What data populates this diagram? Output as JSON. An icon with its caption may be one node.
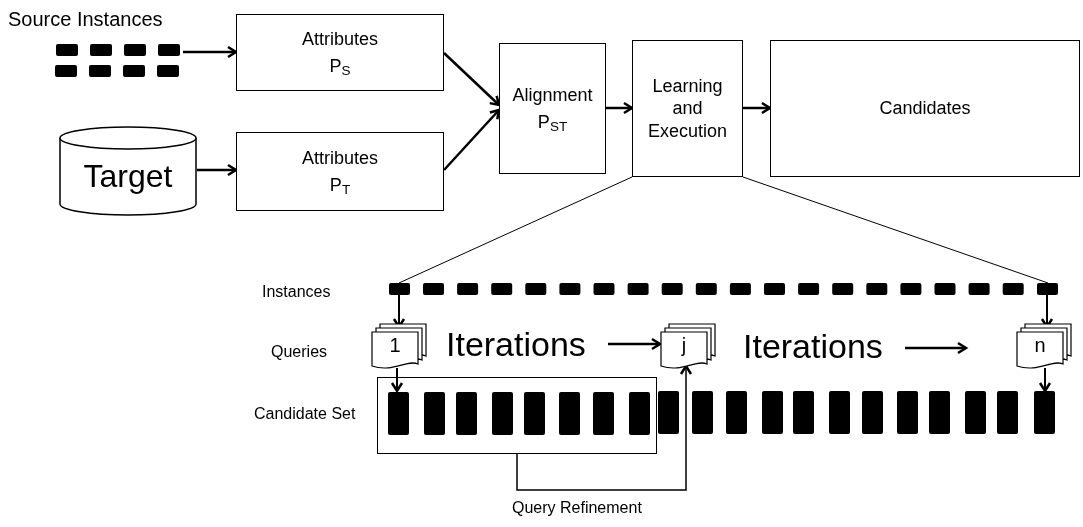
{
  "diagram": {
    "nodes": [
      {
        "text": [],
        "shape": "bar",
        "beside": [
          "Source Instances"
        ]
      },
      {
        "text": [
          "Attributes",
          "P$_{S}$"
        ]
      },
      {
        "text": [
          "Target"
        ]
      },
      {
        "text": [
          "Attributes",
          "P$_{T}$"
        ]
      },
      {
        "text": [
          "Alignment",
          "P$_{ST}$"
        ]
      },
      {
        "text": [
          "Learning and Execution"
        ]
      },
      {
        "text": [
          "Candidates"
        ]
      },
      {
        "text": [],
        "shape": "bar"
      },
      {
        "text": [],
        "shape": "bar"
      },
      {
        "text": [
          "1"
        ]
      },
      {
        "text": [
          "j"
        ]
      },
      {
        "text": [
          "n"
        ]
      },
      {
        "text": [
          "Iterations"
        ]
      },
      {
        "text": [
          "Iterations"
        ]
      },
      {
        "text": [],
        "shape": "box"
      },
      {
        "text": [],
        "shape": "bar",
        "in": 14
      },
      {
        "text": [],
        "shape": "bar",
        "in": 14
      },
      {
        "text": [],
        "shape": "bar",
        "in": 14
      },
      {
        "text": [],
        "shape": "bar",
        "in": 14
      },
      {
        "text": [],
        "shape": "bar",
        "in": 14
      },
      {
        "text": [],
        "shape": "bar",
        "in": 14
      },
      {
        "text": [],
        "shape": "bar",
        "in": 14
      },
      {
        "text": [],
        "shape": "bar",
        "in": 14
      },
      {
        "text": [],
        "shape": "bar"
      },
      {
        "text": [],
        "shape": "bar"
      },
      {
        "text": [],
        "shape": "bar"
      },
      {
        "text": [],
        "shape": "bar"
      },
      {
        "text": [],
        "shape": "bar"
      },
      {
        "text": [],
        "shape": "bar"
      },
      {
        "text": [],
        "shape": "bar"
      },
      {
        "text": [],
        "shape": "bar"
      },
      {
        "text": [],
        "shape": "bar"
      },
      {
        "text": [],
        "shape": "bar"
      },
      {
        "text": [],
        "shape": "bar"
      },
      {
        "text": [],
        "shape": "bar"
      }
    ],
    "edges": [
      {
        "from": 0,
        "to": 1,
        "arrow": "to"
      },
      {
        "from": 2,
        "to": 3,
        "arrow": "to"
      },
      {
        "from": 1,
        "to": 4,
        "arrow": "to"
      },
      {
        "from": 3,
        "to": 4,
        "arrow": "to"
      },
      {
        "from": 4,
        "to": 5,
        "arrow": "to"
      },
      {
        "from": 5,
        "to": 6,
        "arrow": "to"
      },
      {
        "from": 5,
        "to": 7,
        "arrow": "none"
      },
      {
        "from": 5,
        "to": 8,
        "arrow": "none"
      },
      {
        "from": 7,
        "to": 9,
        "arrow": "to"
      },
      {
        "from": 8,
        "to": 11,
        "arrow": "to"
      },
      {
        "from": 12,
        "to": 10,
        "arrow": "to"
      },
      {
        "from": 13,
        "to": null,
        "arrow": "to"
      },
      {
        "from": 9,
        "to": 15,
        "arrow": "to"
      },
      {
        "from": 11,
        "to": 34,
        "arrow": "to"
      },
      {
        "from": 14,
        "to": 10,
        "arrow": "to",
        "label": "Query Refinement"
      }
    ],
    "labels": [
      "Instances",
      "Queries",
      "Candidate Set"
    ]
  }
}
